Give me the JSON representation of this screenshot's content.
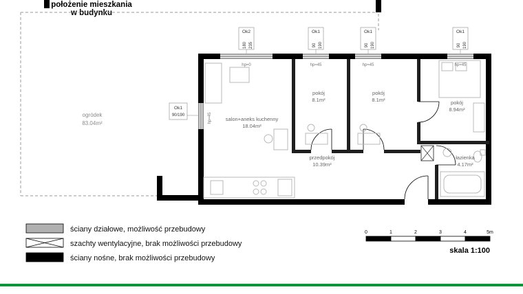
{
  "header": {
    "line1": "położenie mieszkania",
    "line2": "w budynku"
  },
  "garden": {
    "name": "ogródek",
    "area": "83.04m²"
  },
  "rooms": [
    {
      "name": "salon+aneks kuchenny",
      "area": "18.04m²"
    },
    {
      "name": "pokój",
      "area": "8.1m²"
    },
    {
      "name": "pokój",
      "area": "8.1m²"
    },
    {
      "name": "pokój",
      "area": "8.94m²"
    },
    {
      "name": "przedpokój",
      "area": "10.39m²"
    },
    {
      "name": "łazienka",
      "area": "4.17m²"
    }
  ],
  "windows": {
    "top": [
      {
        "label": "Ok2",
        "w": "180",
        "h": "235",
        "hp": "hp=0"
      },
      {
        "label": "Ok1",
        "w": "90",
        "h": "190",
        "hp": "hp=45"
      },
      {
        "label": "Ok1",
        "w": "90",
        "h": "190",
        "hp": "hp=45"
      },
      {
        "label": "Ok1",
        "w": "90",
        "h": "190",
        "hp": "hp=45"
      }
    ],
    "left": {
      "label": "Ok1",
      "dims": "90/190",
      "hp": "hp=45"
    }
  },
  "legend": {
    "items": [
      {
        "type": "partition",
        "label": "ściany działowe, możliwość przebudowy"
      },
      {
        "type": "vent",
        "label": "szachty wentylacyjne, brak możliwości przebudowy"
      },
      {
        "type": "load-bearing",
        "label": "ściany nośne, brak możliwości przebudowy"
      }
    ]
  },
  "scale": {
    "ticks": [
      "0",
      "1",
      "2",
      "3",
      "4",
      "5m"
    ],
    "label": "skala 1:100"
  },
  "colors": {
    "green": "#14913f",
    "wall": "#000000",
    "partition_gray": "#b0b0b0",
    "label_gray": "#8a8a8a"
  }
}
